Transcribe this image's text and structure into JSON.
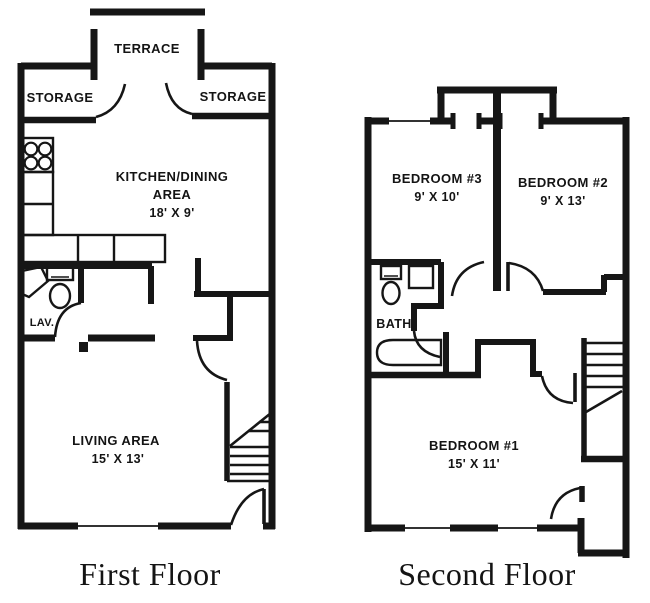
{
  "page": {
    "background": "#ffffff",
    "ink": "#161616"
  },
  "first_floor": {
    "title": "First Floor",
    "labels": {
      "terrace": "TERRACE",
      "storage_left": "STORAGE",
      "storage_right": "STORAGE",
      "kitchen_line1": "KITCHEN/DINING",
      "kitchen_line2": "AREA",
      "kitchen_dims": "18' X 9'",
      "lav": "LAV.",
      "living": "LIVING AREA",
      "living_dims": "15' X 13'"
    }
  },
  "second_floor": {
    "title": "Second Floor",
    "labels": {
      "bedroom3": "BEDROOM #3",
      "bedroom3_dims": "9' X 10'",
      "bedroom2": "BEDROOM #2",
      "bedroom2_dims": "9' X 13'",
      "bath": "BATH",
      "bedroom1": "BEDROOM #1",
      "bedroom1_dims": "15' X 11'"
    }
  }
}
